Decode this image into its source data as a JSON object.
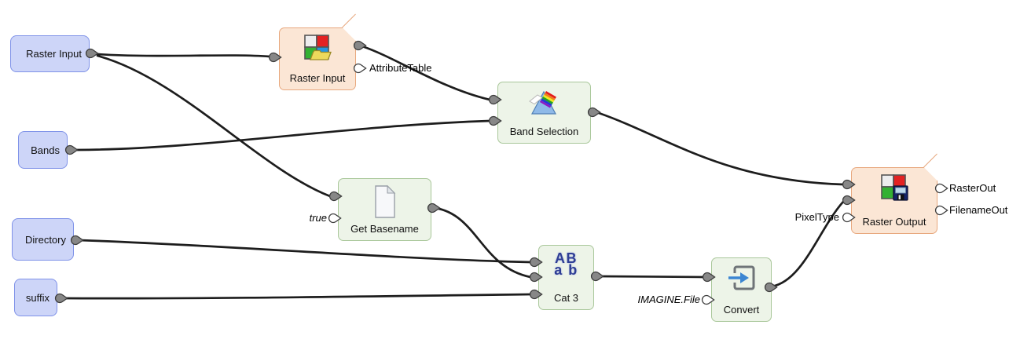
{
  "nodes": {
    "source_raster": {
      "label": "Raster Input"
    },
    "source_bands": {
      "label": "Bands"
    },
    "source_directory": {
      "label": "Directory"
    },
    "source_suffix": {
      "label": "suffix"
    },
    "raster_input": {
      "label": "Raster Input",
      "unconnected_output_label": "AttributeTable"
    },
    "band_selection": {
      "label": "Band Selection"
    },
    "get_basename": {
      "label": "Get Basename",
      "unconnected_input_label": "true"
    },
    "cat": {
      "label": "Cat 3",
      "icon_line1": "AB",
      "icon_line2": "a b"
    },
    "convert": {
      "label": "Convert",
      "unconnected_input_label": "IMAGINE.File"
    },
    "raster_output": {
      "label": "Raster Output",
      "unconnected_input_label": "PixelType",
      "output_labels": [
        "RasterOut",
        "FilenameOut"
      ]
    }
  },
  "edges": [
    {
      "from": "source_raster",
      "to": "raster_input",
      "to_port": "input-1"
    },
    {
      "from": "source_raster",
      "to": "get_basename",
      "to_port": "input-1"
    },
    {
      "from": "source_bands",
      "to": "band_selection",
      "to_port": "input-2"
    },
    {
      "from": "raster_input",
      "to": "band_selection",
      "to_port": "input-1"
    },
    {
      "from": "band_selection",
      "to": "raster_output",
      "to_port": "input-1"
    },
    {
      "from": "source_directory",
      "to": "cat",
      "to_port": "input-1"
    },
    {
      "from": "get_basename",
      "to": "cat",
      "to_port": "input-2"
    },
    {
      "from": "source_suffix",
      "to": "cat",
      "to_port": "input-3"
    },
    {
      "from": "cat",
      "to": "convert",
      "to_port": "input-1"
    },
    {
      "from": "convert",
      "to": "raster_output",
      "to_port": "input-2"
    }
  ],
  "colors": {
    "input_node_fill": "#cdd5f8",
    "input_node_border": "#7f92e8",
    "process_node_fill": "#edf4e8",
    "process_node_border": "#a9c79a",
    "io_node_fill": "#fbe6d5",
    "io_node_border": "#e8a87e",
    "edge": "#1d1d1d",
    "port_connected_fill": "#878787",
    "port_unconnected_fill": "#ffffff",
    "port_stroke": "#3c3c3c"
  }
}
